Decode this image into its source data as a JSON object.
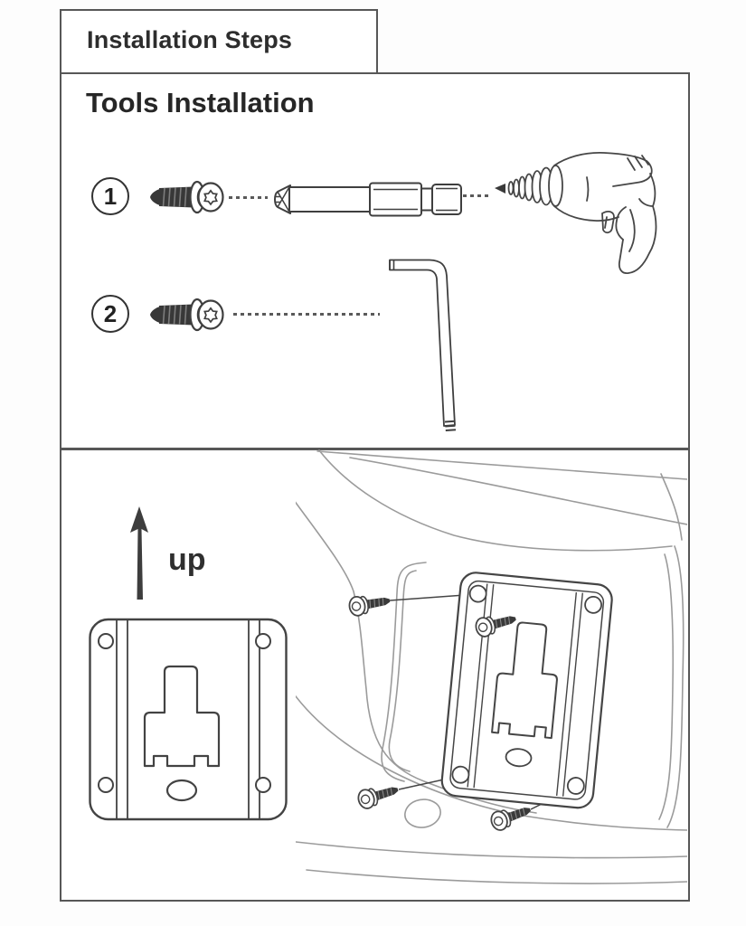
{
  "page": {
    "tab_title": "Installation Steps",
    "section_title": "Tools Installation",
    "up_label": "up"
  },
  "steps": [
    {
      "number": "1",
      "items": [
        "flange-head-torx-screw",
        "torx-driver-bit",
        "electric-drill"
      ]
    },
    {
      "number": "2",
      "items": [
        "flange-head-torx-screw",
        "torx-l-key"
      ]
    }
  ],
  "mounting": {
    "parts": [
      "mounting-bracket-plate",
      "bracket-mounted-on-vehicle-panel"
    ],
    "screw_count": 4
  },
  "colors": {
    "frame_border": "#575757",
    "line_dark": "#3f3f3f",
    "line_light": "#9b9b9b",
    "screw_fill": "#383838",
    "text": "#262626",
    "background": "#ffffff"
  }
}
